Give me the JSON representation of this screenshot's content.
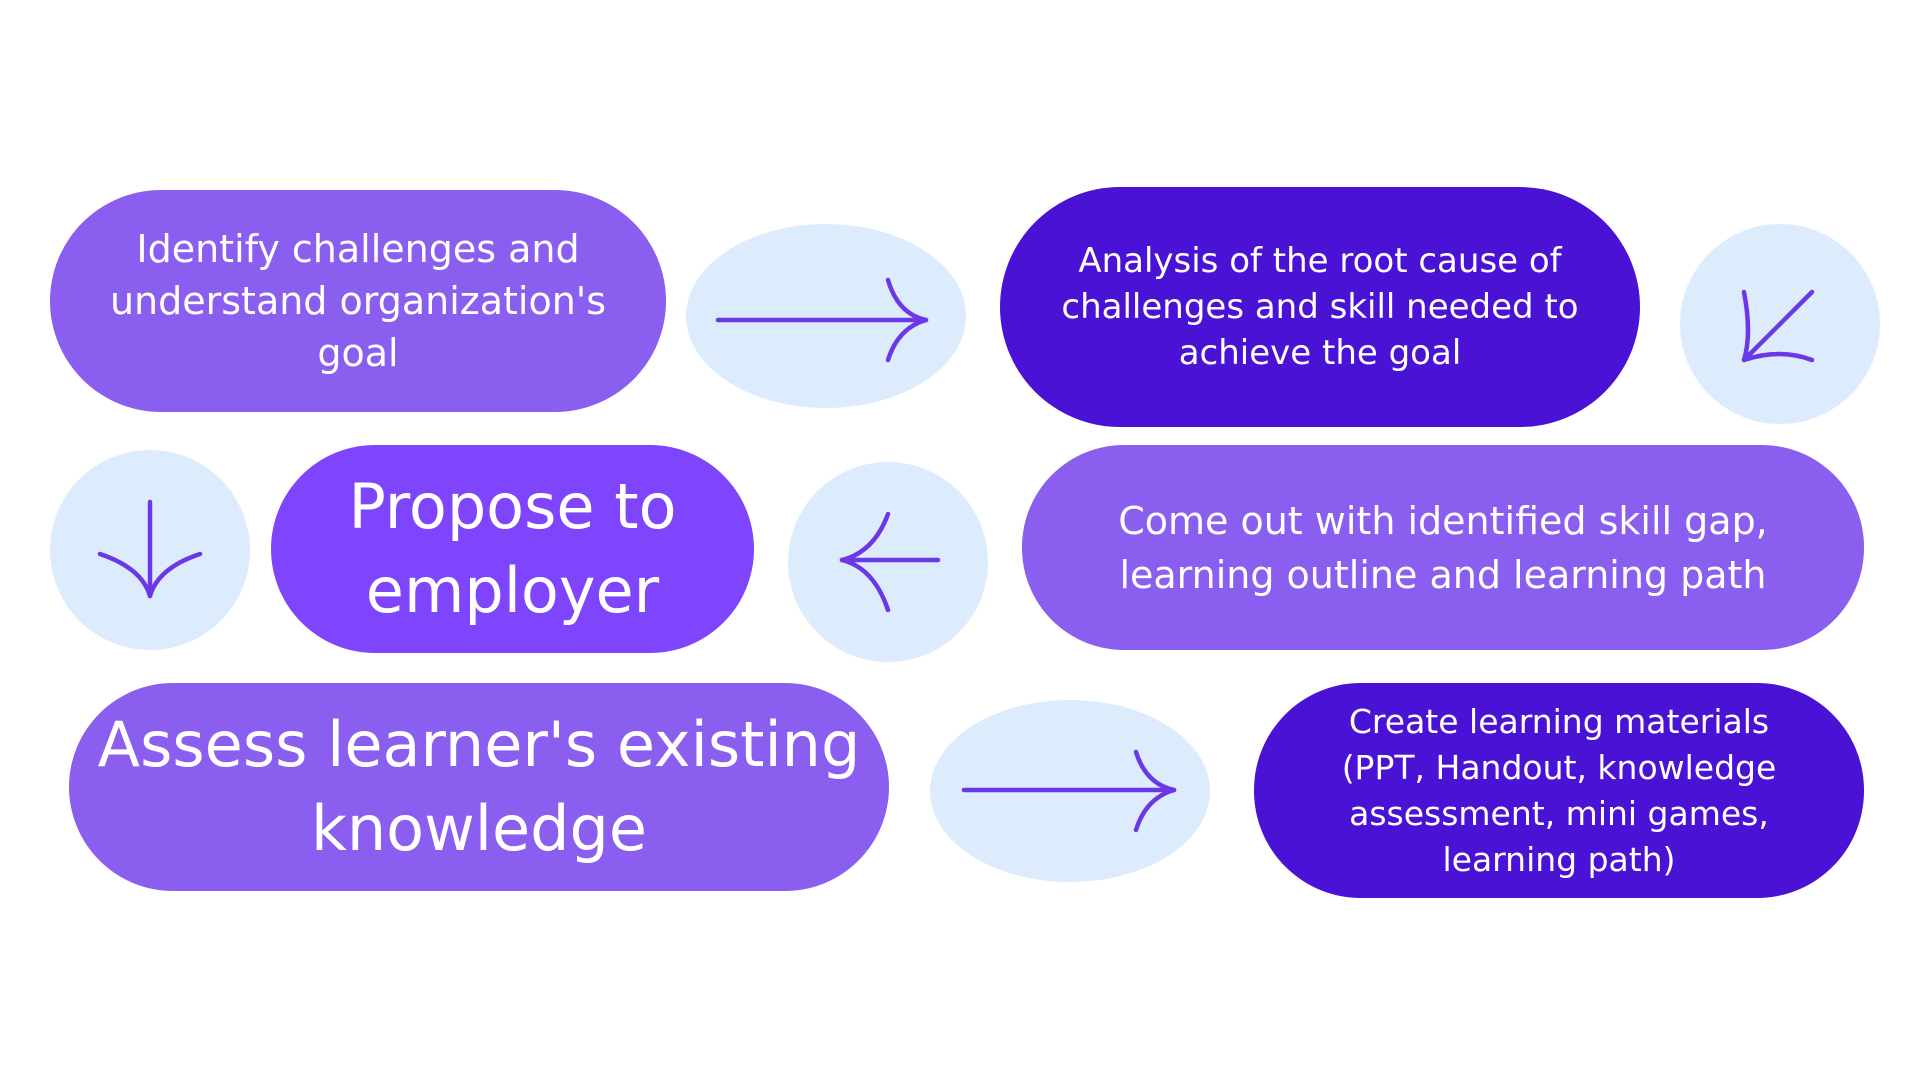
{
  "steps": {
    "identify": "Identify challenges and\nunderstand organization's\ngoal",
    "analysis": "Analysis of the root cause of\nchallenges and skill needed to\nachieve the goal",
    "skill_gap": "Come out with identified  skill gap,\nlearning outline and learning path",
    "propose": "Propose to\nemployer",
    "assess": "Assess learner's existing\nknowledge",
    "create": "Create learning materials\n(PPT, Handout, knowledge\nassessment, mini games,\nlearning path)"
  },
  "icons": {
    "arrow_1": "arrow-right-icon",
    "arrow_2": "arrow-down-left-icon",
    "arrow_3": "arrow-left-icon",
    "arrow_4": "arrow-down-icon",
    "arrow_5": "arrow-right-icon"
  },
  "colors": {
    "pill_light": "#8a5eef",
    "pill_dark": "#4a12d4",
    "pill_vivid": "#7e45fd",
    "bubble": "#dcecfd",
    "arrow": "#6a38e6",
    "text": "#ffffff"
  }
}
